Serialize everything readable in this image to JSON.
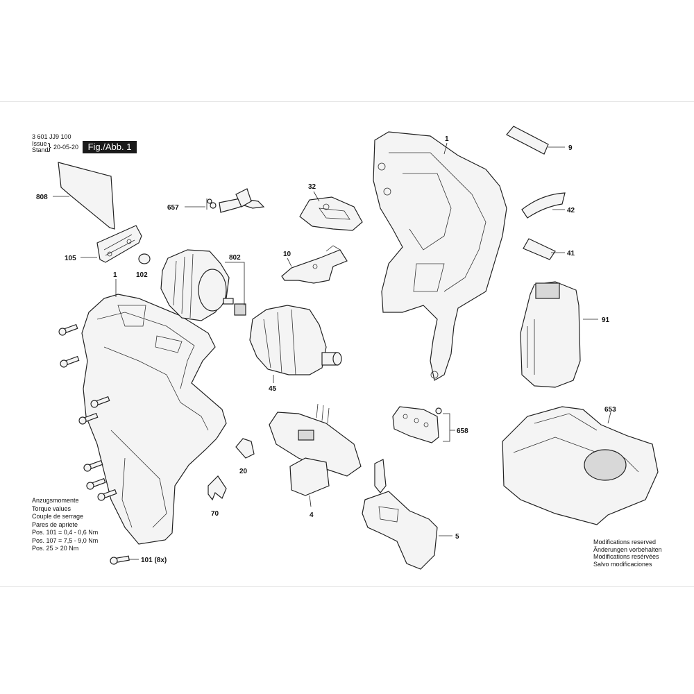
{
  "header": {
    "doc_number": "3 601 JJ9 100",
    "issue_label": "Issue",
    "stand_label": "Stand",
    "date": "20-05-20",
    "figure_label": "Fig./Abb. 1"
  },
  "torque_note": {
    "lines": [
      "Anzugsmomente",
      "Torque values",
      "Couple de serrage",
      "Pares de apriete",
      "Pos. 101  = 0,4 - 0,6 Nm",
      "Pos. 107  = 7,5 - 9,0 Nm",
      "Pos. 25    > 20 Nm"
    ]
  },
  "modifications_note": {
    "lines": [
      "Modifications reserved",
      "Änderungen vorbehalten",
      "Modifications resérvées",
      "Salvo modificaciones"
    ]
  },
  "callouts": {
    "c808": "808",
    "c105": "105",
    "c102": "102",
    "c1_left": "1",
    "c657": "657",
    "c32": "32",
    "c10": "10",
    "c802": "802",
    "c45": "45",
    "c1_right": "1",
    "c9": "9",
    "c42": "42",
    "c41": "41",
    "c91": "91",
    "c653": "653",
    "c658": "658",
    "c20": "20",
    "c70": "70",
    "c4": "4",
    "c5": "5",
    "c101": "101 (8x)"
  }
}
